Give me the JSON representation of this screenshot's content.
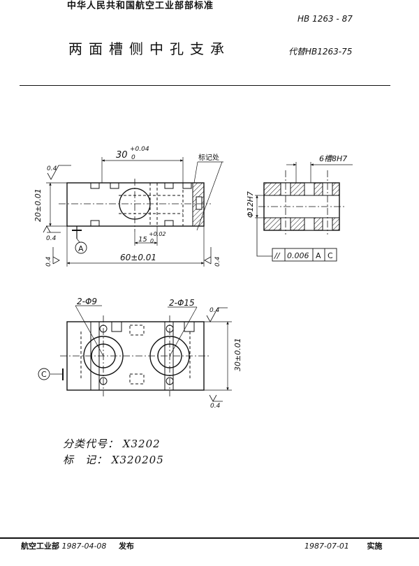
{
  "header": {
    "org_title": "中华人民共和国航空工业部部标准",
    "standard_no": "HB 1263 - 87",
    "doc_title": "两面槽侧中孔支承",
    "replaces": "代替HB1263-75"
  },
  "drawing": {
    "front": {
      "dim_length_top": "30",
      "tol_top": "+0.04",
      "tol_bottom": "0",
      "mark_label": "标记处",
      "dim_height": "20±0.01",
      "rough_left": "0.4",
      "rough_left_bottom": "0.4",
      "datum_a": "A",
      "dim_hole": "15",
      "tol_hole_top": "+0.02",
      "tol_hole_bottom": "0",
      "rough_bottom_left": "0.4",
      "dim_total": "60±0.01",
      "rough_right": "0.4"
    },
    "side": {
      "slot_label": "6槽8H7",
      "bore_label": "Φ12H7",
      "fcf_symbol": "//",
      "fcf_value": "0.006",
      "fcf_datum1": "A",
      "fcf_datum2": "C"
    },
    "top": {
      "holes_small": "2-Φ9",
      "holes_large": "2-Φ15",
      "rough_top": "0.4",
      "dim_width": "30±0.01",
      "rough_bottom": "0.4",
      "datum_c": "C"
    }
  },
  "classification": {
    "code_label": "分类代号：",
    "code_value": "X3202",
    "mark_label": "标　记：",
    "mark_value": "X320205"
  },
  "footer": {
    "issuer": "航空工业部",
    "issue_date": "1987-04-08",
    "issue_word": "发布",
    "effective_date": "1987-07-01",
    "effective_word": "实施"
  }
}
